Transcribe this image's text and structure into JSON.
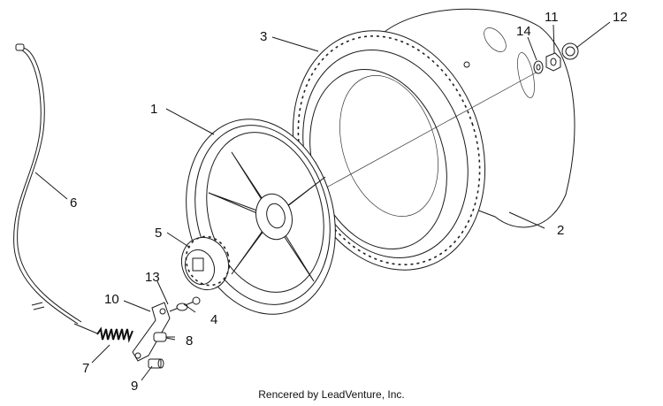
{
  "diagram": {
    "callouts": [
      {
        "id": "c1",
        "label": "1"
      },
      {
        "id": "c2",
        "label": "2"
      },
      {
        "id": "c3",
        "label": "3"
      },
      {
        "id": "c4",
        "label": "4"
      },
      {
        "id": "c5",
        "label": "5"
      },
      {
        "id": "c6",
        "label": "6"
      },
      {
        "id": "c7",
        "label": "7"
      },
      {
        "id": "c8",
        "label": "8"
      },
      {
        "id": "c9",
        "label": "9"
      },
      {
        "id": "c10",
        "label": "10"
      },
      {
        "id": "c11",
        "label": "11"
      },
      {
        "id": "c12",
        "label": "12"
      },
      {
        "id": "c13",
        "label": "13"
      },
      {
        "id": "c14",
        "label": "14"
      }
    ],
    "footer": "Rencered by LeadVenture, Inc."
  }
}
